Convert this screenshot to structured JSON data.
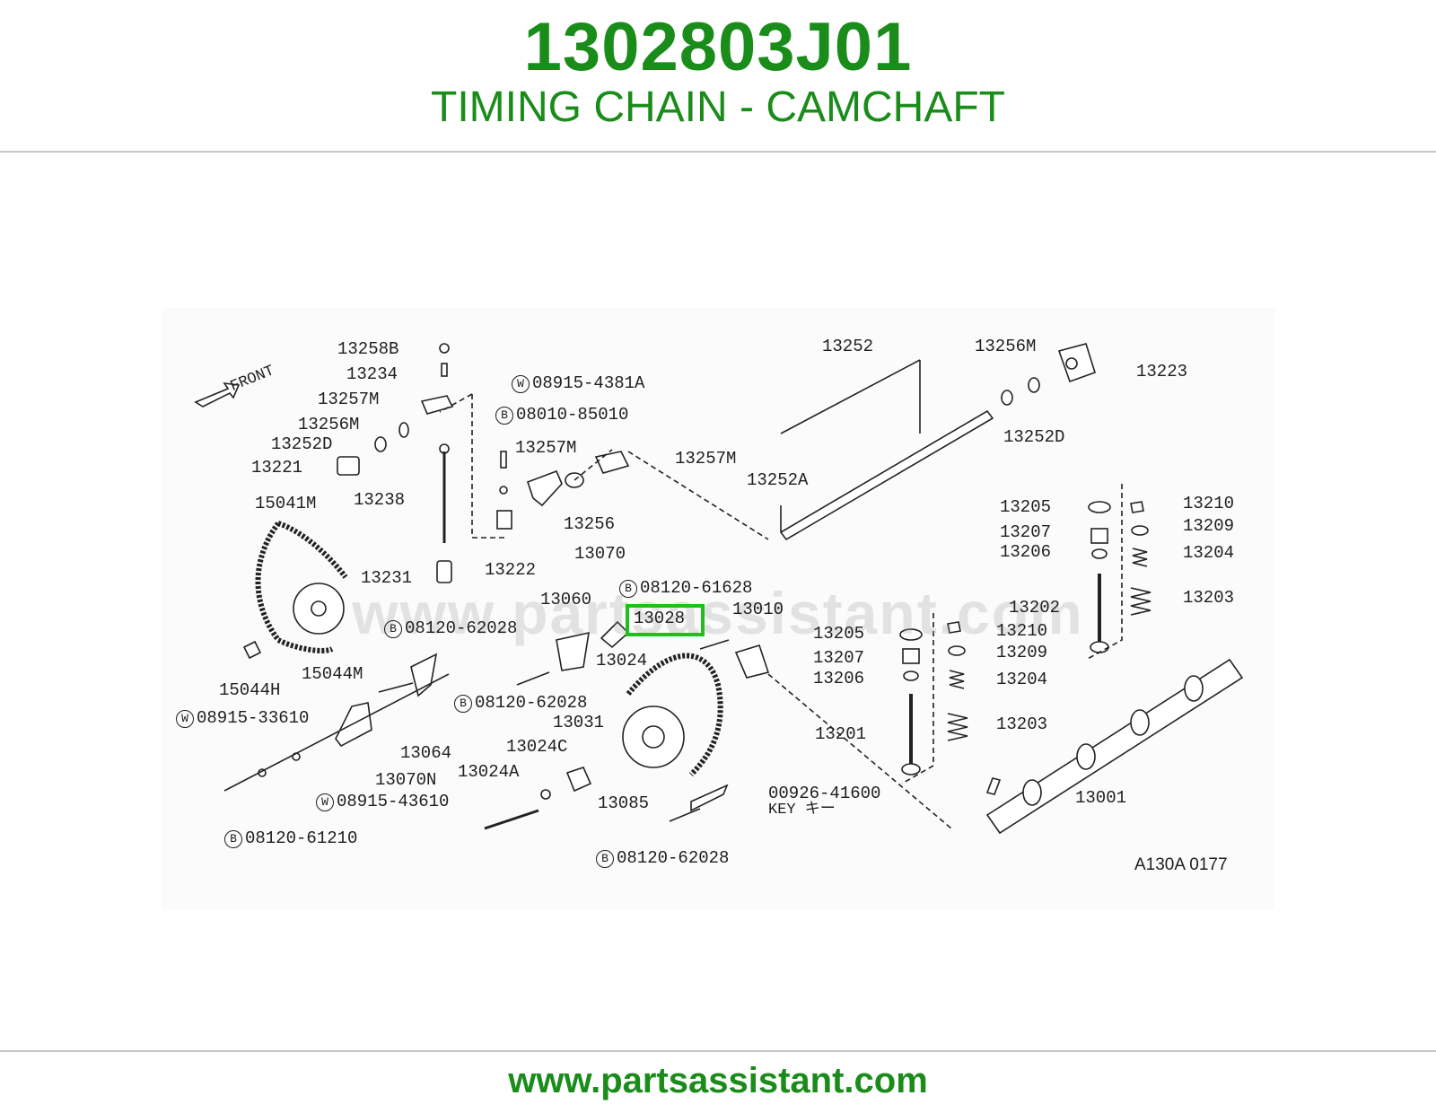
{
  "header": {
    "part_number": "1302803J01",
    "title": "TIMING CHAIN - CAMCHAFT"
  },
  "diagram": {
    "front_label": "FRONT",
    "watermark": "www.partsassistant.com",
    "figure_code": "A130A 0177",
    "key_label": "KEY   キー",
    "highlighted_part": "13028",
    "callouts": {
      "c13258B": "13258B",
      "c13234": "13234",
      "c13257M_a": "13257M",
      "c13256M_a": "13256M",
      "c13252D_a": "13252D",
      "c13221": "13221",
      "c13238": "13238",
      "c15041M": "15041M",
      "c13231": "13231",
      "c15044H": "15044H",
      "c15044M": "15044M",
      "w08915_4381A": "08915-4381A",
      "b08010_85010": "08010-85010",
      "c13257M_b": "13257M",
      "c13257M_c": "13257M",
      "c13256": "13256",
      "c13222": "13222",
      "c13070": "13070",
      "b08120_61628": "08120-61628",
      "c13060": "13060",
      "c13010": "13010",
      "b08120_62028_a": "08120-62028",
      "c13024": "13024",
      "b08120_62028_b": "08120-62028",
      "w08915_33610": "08915-33610",
      "c13064": "13064",
      "c13031": "13031",
      "c13024C": "13024C",
      "c13070N": "13070N",
      "c13024A": "13024A",
      "w08915_43610": "08915-43610",
      "b08120_61210": "08120-61210",
      "c13085": "13085",
      "b08120_62028_c": "08120-62028",
      "c13252": "13252",
      "c13256M_b": "13256M",
      "c13223": "13223",
      "c13252D_b": "13252D",
      "c13252A": "13252A",
      "c13205_a": "13205",
      "c13207_a": "13207",
      "c13206_a": "13206",
      "c13202": "13202",
      "c13210_a": "13210",
      "c13209_a": "13209",
      "c13204_a": "13204",
      "c13203_a": "13203",
      "c13205_b": "13205",
      "c13207_b": "13207",
      "c13206_b": "13206",
      "c13201": "13201",
      "c13210_b": "13210",
      "c13209_b": "13209",
      "c13204_b": "13204",
      "c13203_b": "13203",
      "c00926_41600": "00926-41600",
      "c13001": "13001"
    },
    "prefix_w": "W",
    "prefix_b": "B"
  },
  "footer": {
    "url": "www.partsassistant.com"
  },
  "colors": {
    "brand_green": "#1a8c1a",
    "highlight_green": "#1fbf1f"
  }
}
